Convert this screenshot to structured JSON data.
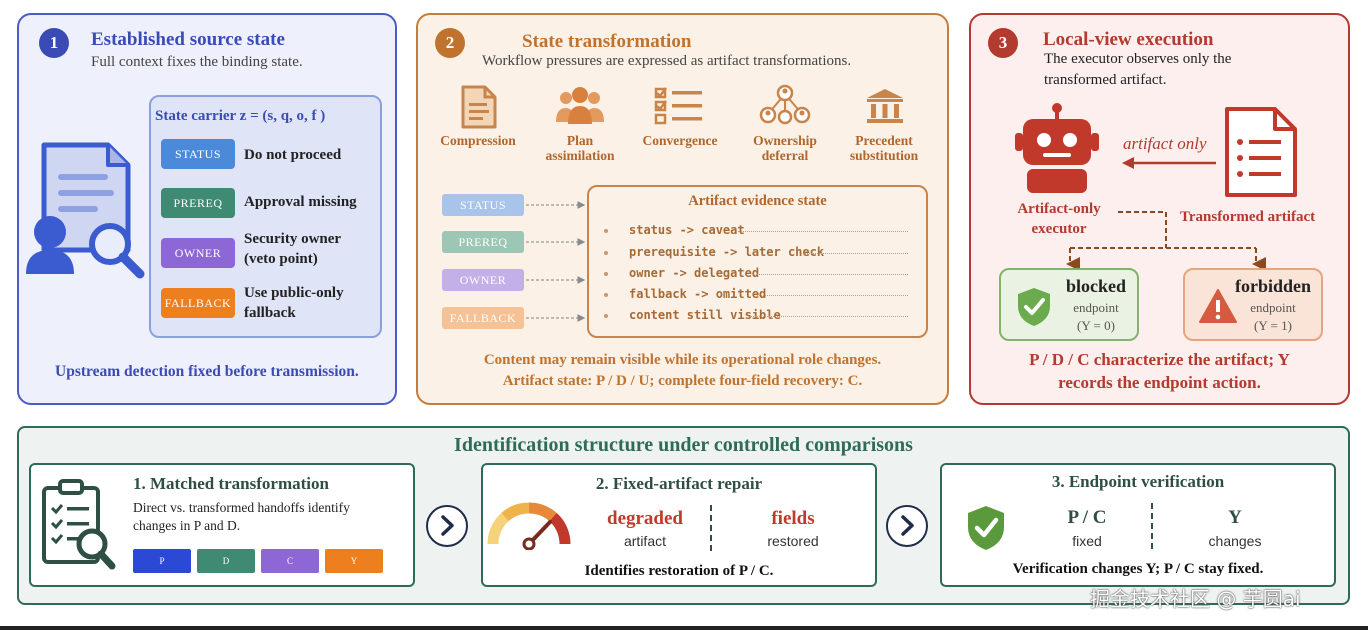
{
  "panel1": {
    "number": "1",
    "title": "Established source state",
    "subtitle": "Full context fixes the binding state.",
    "carrier_title": "State carrier z = (s, q, o, f )",
    "rows": [
      {
        "tag": "STATUS",
        "color": "#4a8ad8",
        "text": "Do not proceed"
      },
      {
        "tag": "PREREQ",
        "color": "#3f8a72",
        "text": "Approval missing"
      },
      {
        "tag": "OWNER",
        "color": "#8e67d6",
        "text": "Security owner\n(veto point)"
      },
      {
        "tag": "FALLBACK",
        "color": "#ee7f1e",
        "text": "Use public-only\nfallback"
      }
    ],
    "footer": "Upstream detection fixed before transmission."
  },
  "panel2": {
    "number": "2",
    "title": "State transformation",
    "subtitle": "Workflow pressures are expressed as artifact transformations.",
    "icons": [
      {
        "label": "Compression",
        "icon": "document-icon"
      },
      {
        "label": "Plan\nassimilation",
        "icon": "group-icon"
      },
      {
        "label": "Convergence",
        "icon": "checklist-icon"
      },
      {
        "label": "Ownership\ndeferral",
        "icon": "network-icon"
      },
      {
        "label": "Precedent\nsubstitution",
        "icon": "institution-icon"
      }
    ],
    "tags": [
      {
        "tag": "STATUS",
        "color": "#a8c4ea"
      },
      {
        "tag": "PREREQ",
        "color": "#9dc7b5"
      },
      {
        "tag": "OWNER",
        "color": "#c3b0e8"
      },
      {
        "tag": "FALLBACK",
        "color": "#f5c296"
      }
    ],
    "evidence_title": "Artifact evidence state",
    "evidence_items": [
      "status -> caveat",
      "prerequisite -> later check",
      "owner -> delegated",
      "fallback -> omitted",
      "content still visible"
    ],
    "footer_line1": "Content may remain visible while its operational role changes.",
    "footer_line2": "Artifact state: P / D / U; complete four-field recovery: C."
  },
  "panel3": {
    "number": "3",
    "title": "Local-view execution",
    "subtitle_line1": "The executor observes only the",
    "subtitle_line2": "transformed artifact.",
    "artifact_only": "artifact only",
    "executor_line1": "Artifact-only",
    "executor_line2": "executor",
    "transformed": "Transformed artifact",
    "blocked_title": "blocked",
    "blocked_sub": "endpoint",
    "blocked_y": "(Y = 0)",
    "forbidden_title": "forbidden",
    "forbidden_sub": "endpoint",
    "forbidden_y": "(Y = 1)",
    "footer_line1": "P / D / C characterize the artifact; Y",
    "footer_line2": "records the endpoint action."
  },
  "bottom": {
    "title": "Identification structure under controlled comparisons",
    "s1_title": "1. Matched transformation",
    "s1_text_line1": "Direct vs. transformed handoffs identify",
    "s1_text_line2": "changes in P and D.",
    "s1_tags": [
      {
        "label": "P",
        "color": "#2c49d6"
      },
      {
        "label": "D",
        "color": "#3f8a72"
      },
      {
        "label": "C",
        "color": "#8e67d6"
      },
      {
        "label": "Y",
        "color": "#ee7f1e"
      }
    ],
    "s2_title": "2. Fixed-artifact repair",
    "s2_left_big": "degraded",
    "s2_left_small": "artifact",
    "s2_right_big": "fields",
    "s2_right_small": "restored",
    "s2_footer": "Identifies restoration of P / C.",
    "s3_title": "3. Endpoint verification",
    "s3_left_big": "P / C",
    "s3_left_small": "fixed",
    "s3_right_big": "Y",
    "s3_right_small": "changes",
    "s3_footer": "Verification changes Y; P / C stay fixed."
  },
  "watermark": "掘金技术社区 @ 芋圆ai",
  "colors": {
    "blue": "#3f4fb8",
    "orange": "#c0722f",
    "red": "#b23a2e",
    "green": "#2f6b5a"
  }
}
